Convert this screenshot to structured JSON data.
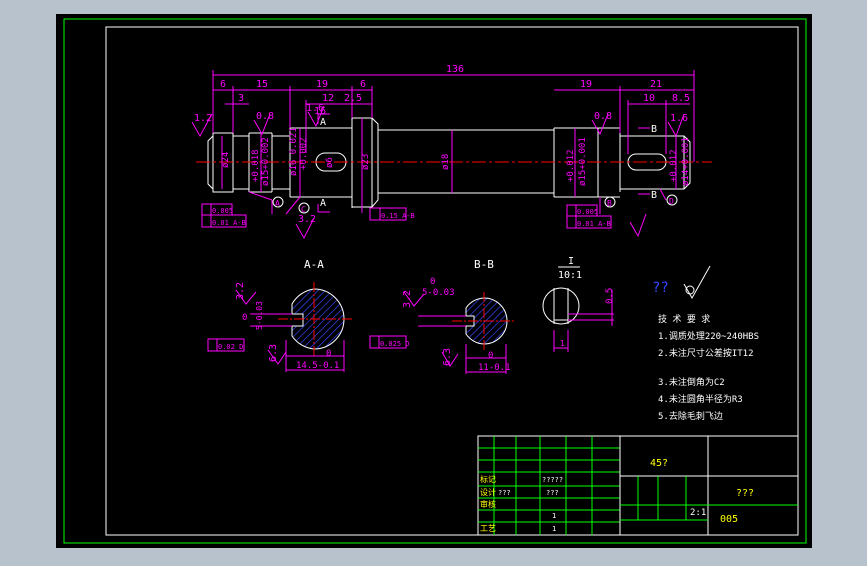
{
  "colors": {
    "background": "#000000",
    "frame": "#00ff00",
    "outline": "#ffffff",
    "dimension": "#ff00ff",
    "centerline": "#ff0000",
    "title_text": "#ffff00",
    "hatch": "#3344ff"
  },
  "main_view": {
    "overall_length": "136",
    "top_dims": [
      "6",
      "15",
      "19",
      "6",
      "19",
      "21"
    ],
    "sub_dims": [
      "3",
      "12",
      "16",
      "2.5",
      "10",
      "8.5"
    ],
    "left_diam_1": "ø24",
    "left_fit_1": "+0.018",
    "left_fit_2": "ø15+0.002",
    "mid_fit_1": "ø16 0.021",
    "mid_fit_2": "+0.002",
    "keyway_diam": "ø6",
    "shoulder_diam": "ø23",
    "body_diam": "ø18",
    "right_fit_1": "+0.012",
    "right_fit_2": "ø15+0.001",
    "end_fit_1": "+0.012",
    "end_fit_2": "ø14+0.001",
    "rough_left": "1.2",
    "rough_a": "0.8",
    "rough_mid": "1.6",
    "rough_bottom": "3.2",
    "rough_right": "0.8",
    "rough_end": "1.6",
    "section_a": "A",
    "section_b": "B",
    "circle_a": "A",
    "circle_b": "B",
    "circle_c": "C",
    "circle_d": "D",
    "tol_left_1": "0.005",
    "tol_left_2": "0.01 A-B",
    "tol_mid": "0.15 A-B",
    "tol_right_1": "0.005",
    "tol_right_2": "0.01 A-B"
  },
  "section_aa": {
    "title": "A-A",
    "rough_1": "3.2",
    "rough_2": "6.3",
    "depth": "0",
    "depth_2": "5-0.03",
    "bottom": "0",
    "width": "14.5-0.1",
    "tol": "0.02 D"
  },
  "section_bb": {
    "title": "B-B",
    "depth": "0",
    "depth_2": "5-0.03",
    "rough_1": "3.2",
    "rough_2": "6.3",
    "bottom": "0",
    "width": "11-0.1",
    "tol": "0.025 D"
  },
  "detail": {
    "label": "I",
    "scale": "10:1",
    "dim": "0.5",
    "dim_2": "1"
  },
  "rough_other": "??",
  "notes": {
    "title": "技 术 要 求",
    "items": [
      "1.调质处理220~240HBS",
      "2.未注尺寸公差按IT12",
      "3.未注倒角为C2",
      "4.未注圆角半径为R3",
      "5.去除毛刺飞边"
    ]
  },
  "title_block": {
    "material": "45?",
    "name": "???",
    "drawing_no": "005",
    "scale": "2:1",
    "row_labels": [
      "标记",
      "设计",
      "审核",
      "工艺"
    ],
    "cells": [
      "?????",
      "???",
      "???",
      "1",
      "1"
    ]
  }
}
